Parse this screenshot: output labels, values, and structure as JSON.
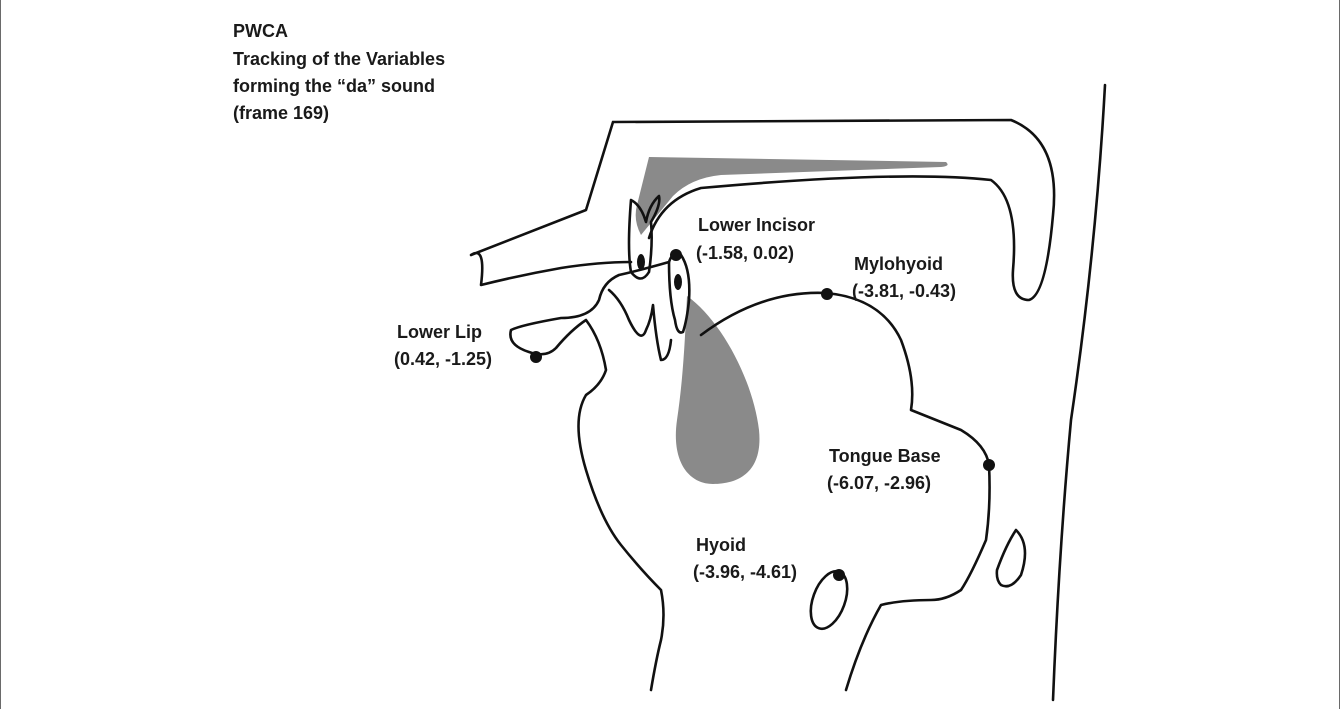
{
  "title": {
    "line1": "PWCA",
    "line2": "Tracking of the Variables",
    "line3": "forming the “da” sound",
    "line4": "(frame 169)"
  },
  "points": {
    "lower_incisor": {
      "name": "Lower Incisor",
      "coords": "(-1.58, 0.02)"
    },
    "mylohyoid": {
      "name": "Mylohyoid",
      "coords": "(-3.81, -0.43)"
    },
    "lower_lip": {
      "name": "Lower Lip",
      "coords": "(0.42, -1.25)"
    },
    "tongue_base": {
      "name": "Tongue Base",
      "coords": "(-6.07, -2.96)"
    },
    "hyoid": {
      "name": "Hyoid",
      "coords": "(-3.96, -4.61)"
    }
  },
  "colors": {
    "outline": "#111111",
    "shading": "#8a8a8a",
    "text": "#1a1a1a"
  }
}
